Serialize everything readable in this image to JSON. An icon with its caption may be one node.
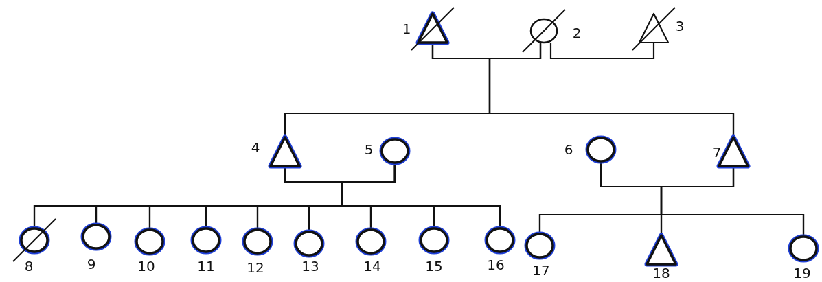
{
  "diagram": {
    "nodes": [
      {
        "text": [],
        "shape": "triangle",
        "beside": [
          "1"
        ]
      },
      {
        "text": [],
        "shape": "circle",
        "beside": [
          "2"
        ]
      },
      {
        "text": [],
        "shape": "triangle",
        "beside": [
          "3"
        ]
      },
      {
        "text": [],
        "shape": "triangle",
        "beside": [
          "4"
        ]
      },
      {
        "text": [],
        "shape": "circle",
        "beside": [
          "5"
        ]
      },
      {
        "text": [],
        "shape": "circle",
        "beside": [
          "6"
        ]
      },
      {
        "text": [],
        "shape": "triangle",
        "beside": [
          "7"
        ]
      },
      {
        "text": [],
        "shape": "circle",
        "beside": [
          "8"
        ]
      },
      {
        "text": [],
        "shape": "circle",
        "beside": [
          "9"
        ]
      },
      {
        "text": [],
        "shape": "circle",
        "beside": [
          "10"
        ]
      },
      {
        "text": [],
        "shape": "circle",
        "beside": [
          "11"
        ]
      },
      {
        "text": [],
        "shape": "circle",
        "beside": [
          "12"
        ]
      },
      {
        "text": [],
        "shape": "circle",
        "beside": [
          "13"
        ]
      },
      {
        "text": [],
        "shape": "circle",
        "beside": [
          "14"
        ]
      },
      {
        "text": [],
        "shape": "circle",
        "beside": [
          "15"
        ]
      },
      {
        "text": [],
        "shape": "circle",
        "beside": [
          "16"
        ]
      },
      {
        "text": [],
        "shape": "circle",
        "beside": [
          "17"
        ]
      },
      {
        "text": [],
        "shape": "triangle",
        "beside": [
          "18"
        ]
      },
      {
        "text": [],
        "shape": "circle",
        "beside": [
          "19"
        ]
      }
    ],
    "edges": [
      {
        "from": 0,
        "to": 1,
        "arrow": "none"
      },
      {
        "from": 1,
        "to": 2,
        "arrow": "none"
      },
      {
        "from": 0,
        "to": 3,
        "arrow": "none"
      },
      {
        "from": 1,
        "to": 3,
        "arrow": "none"
      },
      {
        "from": 0,
        "to": 6,
        "arrow": "none"
      },
      {
        "from": 1,
        "to": 6,
        "arrow": "none"
      },
      {
        "from": 3,
        "to": 7,
        "arrow": "none"
      },
      {
        "from": 4,
        "to": 7,
        "arrow": "none"
      },
      {
        "from": 3,
        "to": 8,
        "arrow": "none"
      },
      {
        "from": 4,
        "to": 8,
        "arrow": "none"
      },
      {
        "from": 3,
        "to": 9,
        "arrow": "none"
      },
      {
        "from": 4,
        "to": 9,
        "arrow": "none"
      },
      {
        "from": 3,
        "to": 10,
        "arrow": "none"
      },
      {
        "from": 4,
        "to": 10,
        "arrow": "none"
      },
      {
        "from": 3,
        "to": 11,
        "arrow": "none"
      },
      {
        "from": 4,
        "to": 11,
        "arrow": "none"
      },
      {
        "from": 3,
        "to": 12,
        "arrow": "none"
      },
      {
        "from": 4,
        "to": 12,
        "arrow": "none"
      },
      {
        "from": 3,
        "to": 13,
        "arrow": "none"
      },
      {
        "from": 4,
        "to": 13,
        "arrow": "none"
      },
      {
        "from": 3,
        "to": 14,
        "arrow": "none"
      },
      {
        "from": 4,
        "to": 14,
        "arrow": "none"
      },
      {
        "from": 3,
        "to": 15,
        "arrow": "none"
      },
      {
        "from": 4,
        "to": 15,
        "arrow": "none"
      },
      {
        "from": 5,
        "to": 16,
        "arrow": "none"
      },
      {
        "from": 6,
        "to": 16,
        "arrow": "none"
      },
      {
        "from": 5,
        "to": 17,
        "arrow": "none"
      },
      {
        "from": 6,
        "to": 17,
        "arrow": "none"
      },
      {
        "from": 5,
        "to": 18,
        "arrow": "none"
      },
      {
        "from": 6,
        "to": 18,
        "arrow": "none"
      }
    ]
  }
}
